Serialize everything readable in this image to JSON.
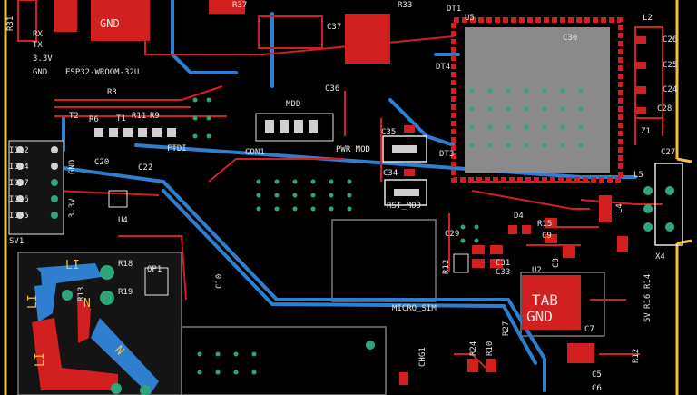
{
  "colors": {
    "background": "#000000",
    "top_copper": "#d21f1f",
    "bottom_copper": "#2f7fd1",
    "silkscreen": "#e6e6e6",
    "pads": "#cfcfcf",
    "vias": "#2fa67a",
    "outline": "#f0c040",
    "keepout": "#7a7a7a"
  },
  "labels": {
    "r31": "R31",
    "r37": "R37",
    "r33": "R33",
    "dt1": "DT1",
    "u5": "U5",
    "c30": "C30",
    "l2": "L2",
    "c26": "C26",
    "c25": "C25",
    "c24": "C24",
    "c28": "C28",
    "z1": "Z1",
    "c27": "C27",
    "l5": "L5",
    "x4": "X4",
    "l4": "L4",
    "tx": "TX",
    "rx": "RX",
    "v33": "3.3V",
    "gnd_left": "GND",
    "esp32": "ESP32-WROOM-32U",
    "r3": "R3",
    "r6": "R6",
    "t2": "T2",
    "t1": "T1",
    "r11": "R11",
    "r9": "R9",
    "ftdi": "FTDI",
    "c37": "C37",
    "c36": "C36",
    "dt4": "DT4",
    "mdd": "MDD",
    "con1": "CON1",
    "c35": "C35",
    "pwr_mod": "PWR_MOD",
    "c34": "C34",
    "rst_mod": "RST_MOD",
    "dt3": "DT3",
    "c20": "C20",
    "c22": "C22",
    "u4": "U4",
    "io12": "IO12",
    "io14": "IO14",
    "io27": "IO27",
    "io26": "IO26",
    "io35": "IO35",
    "gnd_hdr": "GND",
    "v33_hdr": "3.3V",
    "sv1": "SV1",
    "r18": "R18",
    "r19": "R19",
    "op1": "OP1",
    "c10": "C10",
    "r13": "R13",
    "li_a": "LI",
    "li_b": "LI",
    "n_a": "N",
    "n_b": "N",
    "li_c": "LI",
    "c29": "C29",
    "r12_mid": "R12",
    "c31": "C31",
    "c33": "C33",
    "micro_sim": "MICRO_SIM",
    "d4": "D4",
    "r15": "R15",
    "c9": "C9",
    "c8": "C8",
    "u2": "U2",
    "tab": "TAB",
    "gnd_tab": "GND",
    "c7": "C7",
    "r14": "R14",
    "r16": "R16",
    "v5": "5V",
    "r12_right": "R12",
    "c5": "C5",
    "c6": "C6",
    "chg1": "CHG1",
    "r24": "R24",
    "gnd_top": "GND",
    "r10": "R10",
    "r27": "R27"
  }
}
